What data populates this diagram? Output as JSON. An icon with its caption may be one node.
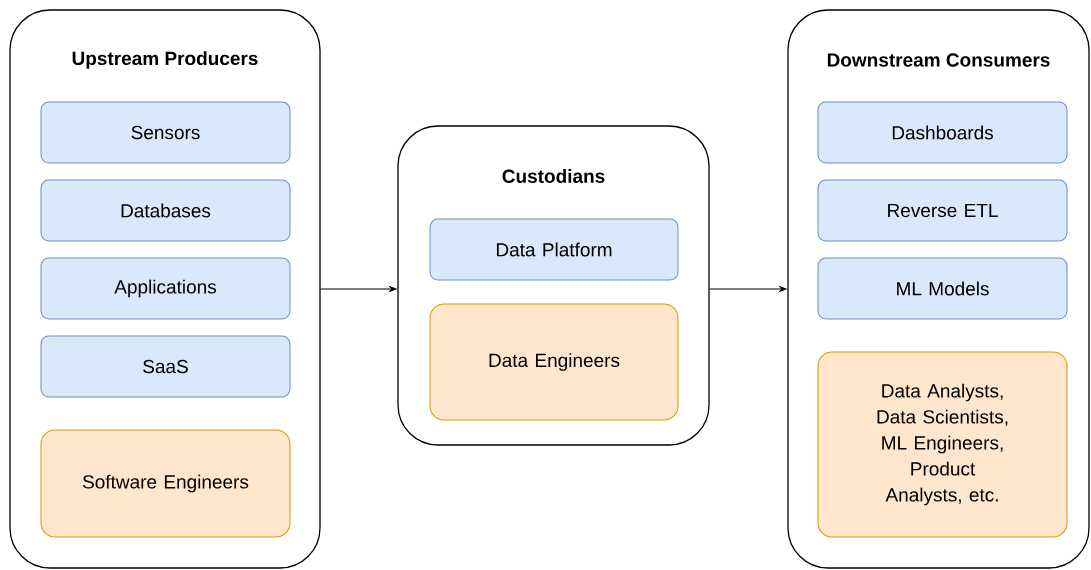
{
  "diagram": {
    "nodes": [
      {
        "text": [
          "Upstream Producers"
        ]
      },
      {
        "text": [
          "Sensors"
        ],
        "in": 0
      },
      {
        "text": [
          "Databases"
        ],
        "in": 0
      },
      {
        "text": [
          "Applications"
        ],
        "in": 0
      },
      {
        "text": [
          "SaaS"
        ],
        "in": 0
      },
      {
        "text": [
          "Software Engineers"
        ],
        "in": 0
      },
      {
        "text": [
          "Custodians"
        ]
      },
      {
        "text": [
          "Data Platform"
        ],
        "in": 6
      },
      {
        "text": [
          "Data Engineers"
        ],
        "in": 6
      },
      {
        "text": [
          "Downstream Consumers"
        ]
      },
      {
        "text": [
          "Dashboards"
        ],
        "in": 9
      },
      {
        "text": [
          "Reverse ETL"
        ],
        "in": 9
      },
      {
        "text": [
          "ML Models"
        ],
        "in": 9
      },
      {
        "text": [
          "Data Analysts, Data Scientists, ML Engineers, Product Analysts, etc."
        ],
        "in": 9
      }
    ],
    "edges": [
      {
        "from": 0,
        "to": 6,
        "arrow": "to"
      },
      {
        "from": 6,
        "to": 9,
        "arrow": "to"
      }
    ]
  }
}
